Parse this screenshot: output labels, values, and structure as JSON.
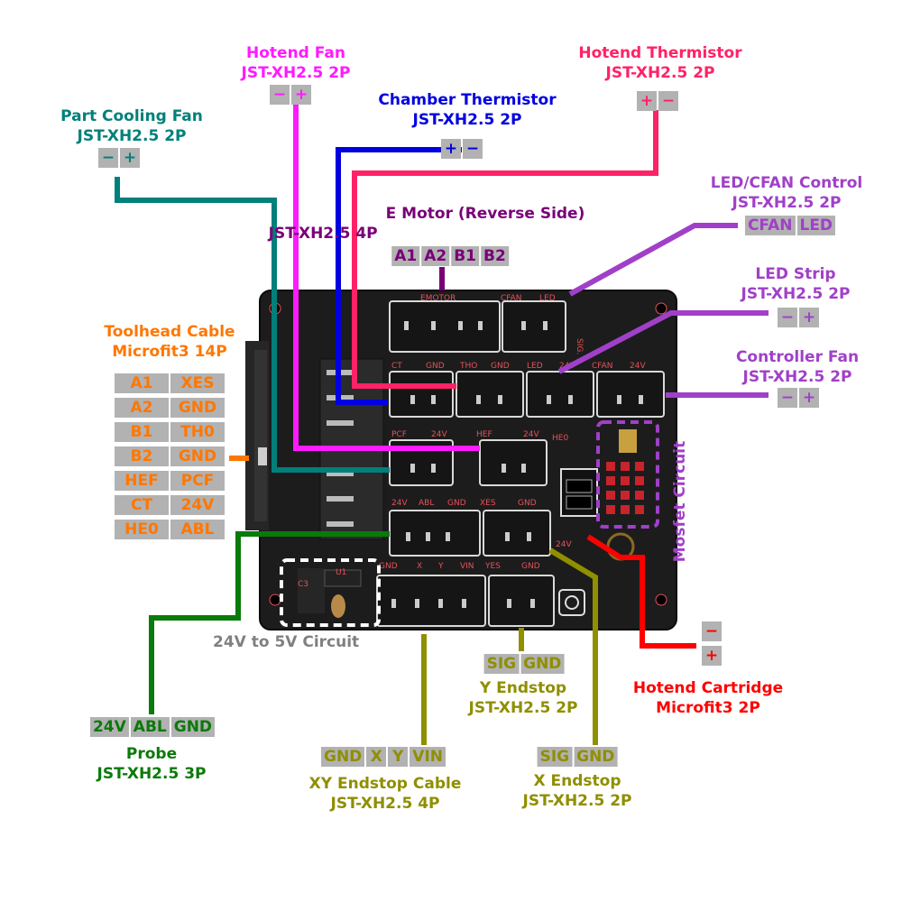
{
  "colors": {
    "hotend_fan": "#ff1aff",
    "chamber": "#0000e0",
    "part_fan": "#00807a",
    "thermistor": "#ff2266",
    "led": "#a040c8",
    "emotor": "#780078",
    "toolhead": "#ff7700",
    "probe": "#0a7a0a",
    "endstop": "#8f8f00",
    "cartridge": "#ff0000",
    "pin_bg": "#b2b2b2",
    "circuit_label": "#808080"
  },
  "labels": {
    "hotend_fan": {
      "name": "Hotend Fan",
      "type": "JST-XH2.5 2P",
      "pins": [
        "−",
        "+"
      ]
    },
    "chamber_thermistor": {
      "name": "Chamber Thermistor",
      "type": "JST-XH2.5 2P",
      "pins": [
        "+",
        "−"
      ]
    },
    "part_cooling_fan": {
      "name": "Part Cooling Fan",
      "type": "JST-XH2.5 2P",
      "pins": [
        "−",
        "+"
      ]
    },
    "hotend_thermistor": {
      "name": "Hotend Thermistor",
      "type": "JST-XH2.5 2P",
      "pins": [
        "+",
        "−"
      ]
    },
    "led_cfan_control": {
      "name": "LED/CFAN Control",
      "type": "JST-XH2.5 2P",
      "pins": [
        "CFAN",
        "LED"
      ]
    },
    "e_motor": {
      "name": "E Motor (Reverse Side)",
      "type": "JST-XH2.5 4P",
      "pins": [
        "A1",
        "A2",
        "B1",
        "B2"
      ]
    },
    "led_strip": {
      "name": "LED Strip",
      "type": "JST-XH2.5 2P",
      "pins": [
        "−",
        "+"
      ]
    },
    "controller_fan": {
      "name": "Controller Fan",
      "type": "JST-XH2.5 2P",
      "pins": [
        "−",
        "+"
      ]
    },
    "toolhead_cable": {
      "name": "Toolhead Cable",
      "type": "Microfit3 14P",
      "pins": [
        "A1",
        "XES",
        "A2",
        "GND",
        "B1",
        "TH0",
        "B2",
        "GND",
        "HEF",
        "PCF",
        "CT",
        "24V",
        "HE0",
        "ABL"
      ]
    },
    "mosfet": {
      "name": "Mosfet Circuit"
    },
    "regulator": {
      "name": "24V to 5V Circuit"
    },
    "hotend_cartridge": {
      "name": "Hotend Cartridge",
      "type": "Microfit3 2P",
      "pins": [
        "−",
        "+"
      ]
    },
    "y_endstop": {
      "name": "Y Endstop",
      "type": "JST-XH2.5 2P",
      "pins": [
        "SIG",
        "GND"
      ]
    },
    "probe": {
      "name": "Probe",
      "type": "JST-XH2.5 3P",
      "pins": [
        "24V",
        "ABL",
        "GND"
      ]
    },
    "xy_endstop_cable": {
      "name": "XY Endstop Cable",
      "type": "JST-XH2.5 4P",
      "pins": [
        "GND",
        "X",
        "Y",
        "VIN"
      ]
    },
    "x_endstop": {
      "name": "X Endstop",
      "type": "JST-XH2.5 2P",
      "pins": [
        "SIG",
        "GND"
      ]
    }
  },
  "silkscreen": {
    "emotor": "EMOTOR",
    "cfan": "CFAN",
    "led": "LED",
    "sig": "SIG.",
    "row2": [
      "CT",
      "GND",
      "THO",
      "GND",
      "LED",
      "24V",
      "CFAN",
      "24V"
    ],
    "row3": [
      "PCF",
      "24V",
      "HEF",
      "24V",
      "HE0"
    ],
    "row4": [
      "24V",
      "ABL",
      "GND",
      "XES",
      "GND"
    ],
    "row5": [
      "GND",
      "X",
      "Y",
      "VIN",
      "YES",
      "GND"
    ],
    "v24": "24V",
    "u1": "U1",
    "c3": "C3"
  }
}
